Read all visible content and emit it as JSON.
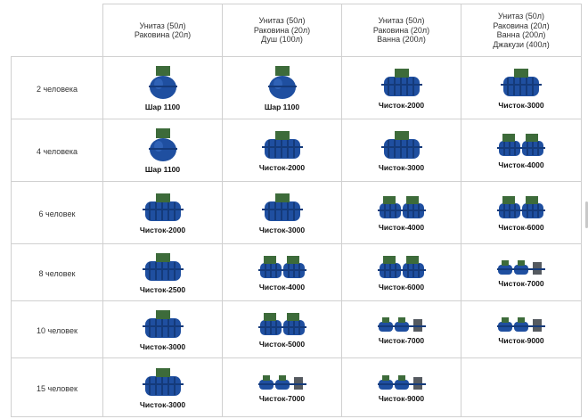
{
  "columns": [
    {
      "lines": [
        "Унитаз (50л)",
        "Раковина (20л)"
      ]
    },
    {
      "lines": [
        "Унитаз (50л)",
        "Раковина (20л)",
        "Душ (100л)"
      ]
    },
    {
      "lines": [
        "Унитаз (50л)",
        "Раковина (20л)",
        "Ванна (200л)"
      ]
    },
    {
      "lines": [
        "Унитаз (50л)",
        "Раковина (20л)",
        "Ванна (200л)",
        "Джакузи (400л)"
      ]
    }
  ],
  "rows": [
    {
      "label": "2 человека",
      "cells": [
        {
          "product": "Шар 1100",
          "icon": "sphere-tank-icon"
        },
        {
          "product": "Шар 1100",
          "icon": "sphere-tank-icon"
        },
        {
          "product": "Чисток-2000",
          "icon": "tank-large-icon"
        },
        {
          "product": "Чисток-3000",
          "icon": "tank-large-icon"
        }
      ]
    },
    {
      "label": "4 человека",
      "cells": [
        {
          "product": "Шар 1100",
          "icon": "sphere-tank-icon"
        },
        {
          "product": "Чисток-2000",
          "icon": "tank-large-icon"
        },
        {
          "product": "Чисток-3000",
          "icon": "tank-large-icon"
        },
        {
          "product": "Чисток-4000",
          "icon": "tank-double-icon"
        }
      ]
    },
    {
      "label": "6 человек",
      "cells": [
        {
          "product": "Чисток-2000",
          "icon": "tank-large-icon"
        },
        {
          "product": "Чисток-3000",
          "icon": "tank-large-icon"
        },
        {
          "product": "Чисток-4000",
          "icon": "tank-double-icon"
        },
        {
          "product": "Чисток-6000",
          "icon": "tank-double-icon"
        }
      ]
    },
    {
      "label": "8 человек",
      "cells": [
        {
          "product": "Чисток-2500",
          "icon": "tank-large-icon"
        },
        {
          "product": "Чисток-4000",
          "icon": "tank-double-icon"
        },
        {
          "product": "Чисток-6000",
          "icon": "tank-double-icon"
        },
        {
          "product": "Чисток-7000",
          "icon": "tank-triple-icon"
        }
      ]
    },
    {
      "label": "10 человек",
      "cells": [
        {
          "product": "Чисток-3000",
          "icon": "tank-large-icon"
        },
        {
          "product": "Чисток-5000",
          "icon": "tank-double-icon"
        },
        {
          "product": "Чисток-7000",
          "icon": "tank-triple-icon"
        },
        {
          "product": "Чисток-9000",
          "icon": "tank-triple-icon"
        }
      ]
    },
    {
      "label": "15 человек",
      "cells": [
        {
          "product": "Чисток-3000",
          "icon": "tank-large-icon"
        },
        {
          "product": "Чисток-7000",
          "icon": "tank-triple-icon"
        },
        {
          "product": "Чисток-9000",
          "icon": "tank-triple-icon"
        },
        {
          "product": "",
          "icon": ""
        }
      ]
    }
  ],
  "colors": {
    "tank_blue": "#1f4fa0",
    "tank_blue_dark": "#143a7a",
    "hatch_green": "#3d6b3a",
    "grid_border": "#d0d0d0"
  }
}
